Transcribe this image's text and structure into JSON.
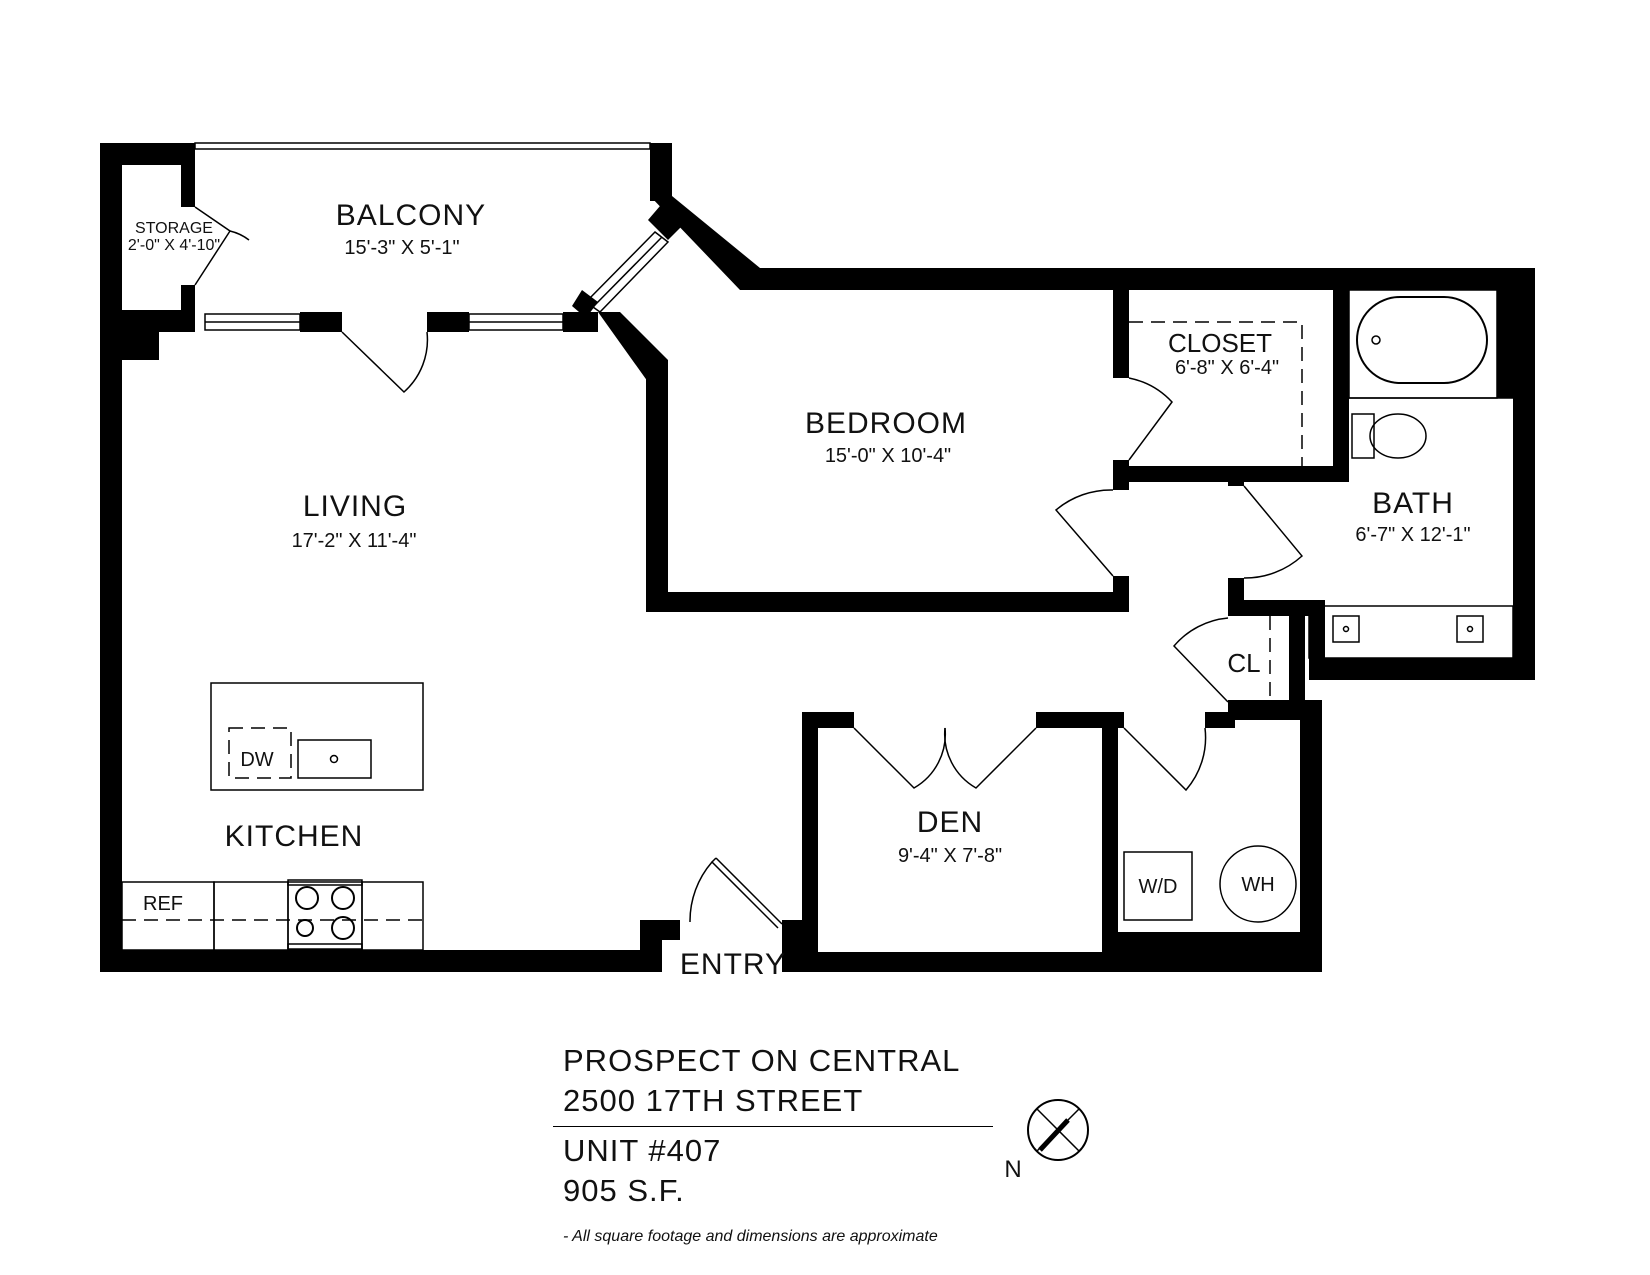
{
  "rooms": {
    "storage": {
      "name": "STORAGE",
      "dims": "2'-0\" X 4'-10\""
    },
    "balcony": {
      "name": "BALCONY",
      "dims": "15'-3\" X 5'-1\""
    },
    "bedroom": {
      "name": "BEDROOM",
      "dims": "15'-0\" X 10'-4\""
    },
    "closet": {
      "name": "CLOSET",
      "dims": "6'-8\" X 6'-4\""
    },
    "bath": {
      "name": "BATH",
      "dims": "6'-7\" X 12'-1\""
    },
    "living": {
      "name": "LIVING",
      "dims": "17'-2\" X 11'-4\""
    },
    "kitchen": {
      "name": "KITCHEN"
    },
    "den": {
      "name": "DEN",
      "dims": "9'-4\" X 7'-8\""
    },
    "entry": {
      "name": "ENTRY"
    },
    "linen_closet": {
      "name": "CL"
    }
  },
  "fixtures": {
    "dishwasher": "DW",
    "refrigerator": "REF",
    "washer_dryer": "W/D",
    "water_heater": "WH"
  },
  "info": {
    "project": "PROSPECT ON CENTRAL",
    "address": "2500 17TH STREET",
    "unit": "UNIT #407",
    "area": "905 S.F.",
    "disclaimer": "- All square footage and dimensions are approximate"
  },
  "compass": {
    "label": "N"
  }
}
